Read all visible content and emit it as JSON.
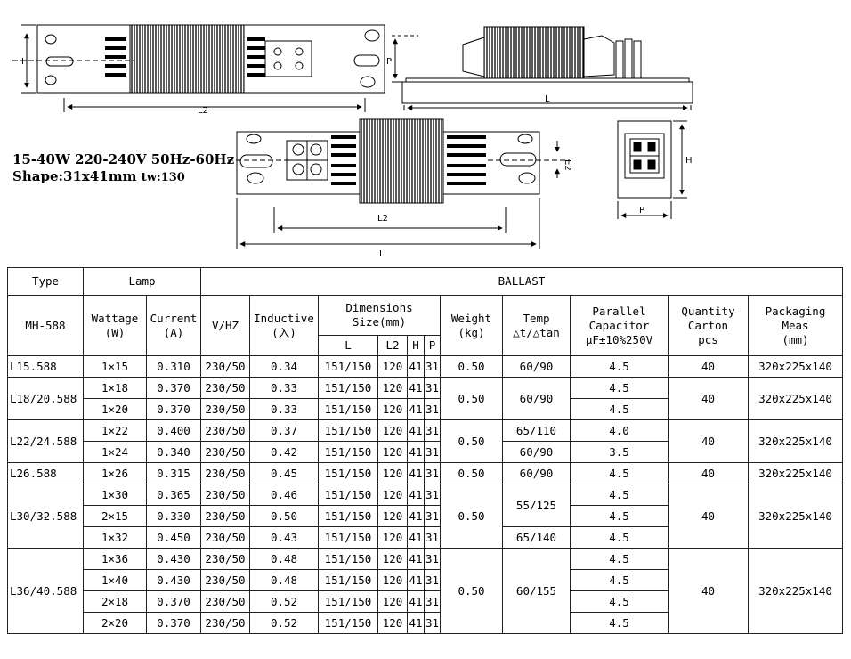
{
  "drawing_labels": {
    "top_left": {
      "h": "H",
      "l2": "L2"
    },
    "top_right": {
      "p": "P",
      "l": "L"
    },
    "center": {
      "e2": "E2",
      "l2": "L2",
      "l": "L"
    },
    "end_view": {
      "h": "H",
      "p": "P"
    }
  },
  "spec": {
    "line1": "15-40W 220-240V  50Hz-60Hz",
    "line2_shape": "Shape:31x41mm",
    "line2_tw": "tw:130"
  },
  "table": {
    "header": {
      "type": "Type",
      "lamp": "Lamp",
      "ballast": "BALLAST",
      "model": "MH-588",
      "wattage": [
        "Wattage",
        "(W)"
      ],
      "current": [
        "Current",
        "(A)"
      ],
      "vhz": "V/HZ",
      "inductive": [
        "Inductive",
        "(入)"
      ],
      "dimensions": [
        "Dimensions",
        "Size(mm)"
      ],
      "dim_l": "L",
      "dim_l2": "L2",
      "dim_h": "H",
      "dim_p": "P",
      "weight": [
        "Weight",
        "(kg)"
      ],
      "temp": [
        "Temp",
        "△t/△tan"
      ],
      "capacitor": [
        "Parallel",
        "Capacitor",
        "μF±10%250V"
      ],
      "quantity": [
        "Quantity",
        "Carton",
        "pcs"
      ],
      "packaging": [
        "Packaging",
        "Meas",
        "(mm)"
      ]
    },
    "groups": [
      {
        "type": "L15.588",
        "weight": "0.50",
        "qty": "40",
        "pack": "320x225x140",
        "temps": [
          {
            "v": "60/90",
            "span": 1
          }
        ],
        "rows": [
          {
            "watt": "1×15",
            "cur": "0.310",
            "vhz": "230/50",
            "ind": "0.34",
            "L": "151/150",
            "L2": "120",
            "H": "41",
            "P": "31",
            "cap": "4.5"
          }
        ]
      },
      {
        "type": "L18/20.588",
        "weight": "0.50",
        "qty": "40",
        "pack": "320x225x140",
        "temps": [
          {
            "v": "60/90",
            "span": 2
          }
        ],
        "rows": [
          {
            "watt": "1×18",
            "cur": "0.370",
            "vhz": "230/50",
            "ind": "0.33",
            "L": "151/150",
            "L2": "120",
            "H": "41",
            "P": "31",
            "cap": "4.5"
          },
          {
            "watt": "1×20",
            "cur": "0.370",
            "vhz": "230/50",
            "ind": "0.33",
            "L": "151/150",
            "L2": "120",
            "H": "41",
            "P": "31",
            "cap": "4.5"
          }
        ]
      },
      {
        "type": "L22/24.588",
        "weight": "0.50",
        "qty": "40",
        "pack": "320x225x140",
        "temps": [
          {
            "v": "65/110",
            "span": 1
          },
          {
            "v": "60/90",
            "span": 1
          }
        ],
        "rows": [
          {
            "watt": "1×22",
            "cur": "0.400",
            "vhz": "230/50",
            "ind": "0.37",
            "L": "151/150",
            "L2": "120",
            "H": "41",
            "P": "31",
            "cap": "4.0"
          },
          {
            "watt": "1×24",
            "cur": "0.340",
            "vhz": "230/50",
            "ind": "0.42",
            "L": "151/150",
            "L2": "120",
            "H": "41",
            "P": "31",
            "cap": "3.5"
          }
        ]
      },
      {
        "type": "L26.588",
        "weight": "0.50",
        "qty": "40",
        "pack": "320x225x140",
        "temps": [
          {
            "v": "60/90",
            "span": 1
          }
        ],
        "rows": [
          {
            "watt": "1×26",
            "cur": "0.315",
            "vhz": "230/50",
            "ind": "0.45",
            "L": "151/150",
            "L2": "120",
            "H": "41",
            "P": "31",
            "cap": "4.5"
          }
        ]
      },
      {
        "type": "L30/32.588",
        "weight": "0.50",
        "qty": "40",
        "pack": "320x225x140",
        "temps": [
          {
            "v": "55/125",
            "span": 2
          },
          {
            "v": "65/140",
            "span": 1
          }
        ],
        "rows": [
          {
            "watt": "1×30",
            "cur": "0.365",
            "vhz": "230/50",
            "ind": "0.46",
            "L": "151/150",
            "L2": "120",
            "H": "41",
            "P": "31",
            "cap": "4.5"
          },
          {
            "watt": "2×15",
            "cur": "0.330",
            "vhz": "230/50",
            "ind": "0.50",
            "L": "151/150",
            "L2": "120",
            "H": "41",
            "P": "31",
            "cap": "4.5"
          },
          {
            "watt": "1×32",
            "cur": "0.450",
            "vhz": "230/50",
            "ind": "0.43",
            "L": "151/150",
            "L2": "120",
            "H": "41",
            "P": "31",
            "cap": "4.5"
          }
        ]
      },
      {
        "type": "L36/40.588",
        "weight": "0.50",
        "qty": "40",
        "pack": "320x225x140",
        "temps": [
          {
            "v": "60/155",
            "span": 4
          }
        ],
        "rows": [
          {
            "watt": "1×36",
            "cur": "0.430",
            "vhz": "230/50",
            "ind": "0.48",
            "L": "151/150",
            "L2": "120",
            "H": "41",
            "P": "31",
            "cap": "4.5"
          },
          {
            "watt": "1×40",
            "cur": "0.430",
            "vhz": "230/50",
            "ind": "0.48",
            "L": "151/150",
            "L2": "120",
            "H": "41",
            "P": "31",
            "cap": "4.5"
          },
          {
            "watt": "2×18",
            "cur": "0.370",
            "vhz": "230/50",
            "ind": "0.52",
            "L": "151/150",
            "L2": "120",
            "H": "41",
            "P": "31",
            "cap": "4.5"
          },
          {
            "watt": "2×20",
            "cur": "0.370",
            "vhz": "230/50",
            "ind": "0.52",
            "L": "151/150",
            "L2": "120",
            "H": "41",
            "P": "31",
            "cap": "4.5"
          }
        ]
      }
    ]
  }
}
